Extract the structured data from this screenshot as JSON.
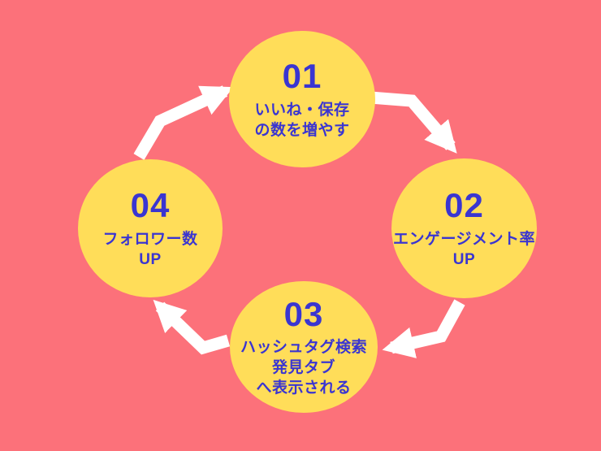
{
  "colors": {
    "background": "#FC717A",
    "circle": "#FFDD59",
    "text": "#3A35D1",
    "arrow": "#FFFFFF"
  },
  "steps": [
    {
      "number": "01",
      "lines": [
        "いいね・保存",
        "の数を増やす"
      ]
    },
    {
      "number": "02",
      "lines": [
        "エンゲージメント率",
        "UP"
      ]
    },
    {
      "number": "03",
      "lines": [
        "ハッシュタグ検索",
        "発見タブ",
        "へ表示される"
      ]
    },
    {
      "number": "04",
      "lines": [
        "フォロワー数",
        "UP"
      ]
    }
  ],
  "arrows": [
    {
      "from": "01",
      "to": "02"
    },
    {
      "from": "02",
      "to": "03"
    },
    {
      "from": "03",
      "to": "04"
    },
    {
      "from": "04",
      "to": "01"
    }
  ]
}
